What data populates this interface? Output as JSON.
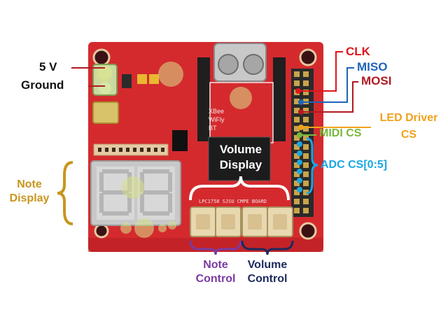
{
  "labels": {
    "five_v": "5 V",
    "ground": "Ground",
    "clk": "CLK",
    "miso": "MISO",
    "mosi": "MOSI",
    "led_driver_cs_line1": "LED Driver",
    "led_driver_cs_line2": "CS",
    "midi_cs": "MIDI CS",
    "adc_cs": "ADC CS[0:5]",
    "volume_display_line1": "Volume",
    "volume_display_line2": "Display",
    "note_display_line1": "Note",
    "note_display_line2": "Display",
    "note_control_line1": "Note",
    "note_control_line2": "Control",
    "volume_control_line1": "Volume",
    "volume_control_line2": "Control"
  },
  "board_text": {
    "xbee": "XBee",
    "wifly": "WiFly",
    "bt": "BT",
    "silkscreen": "LPC1758 SJSU CMPE BOARD"
  },
  "colors": {
    "board": "#d42a2e",
    "clk": "#e0141c",
    "miso": "#1f64b7",
    "mosi": "#b21a22",
    "led_driver_cs": "#f0a21a",
    "midi_cs": "#78b83a",
    "adc_cs": "#1aa7e2",
    "note": "#c8961e",
    "note_control": "#7a3aa0",
    "volume_control": "#1d2a5c",
    "text_dark": "#111111"
  }
}
